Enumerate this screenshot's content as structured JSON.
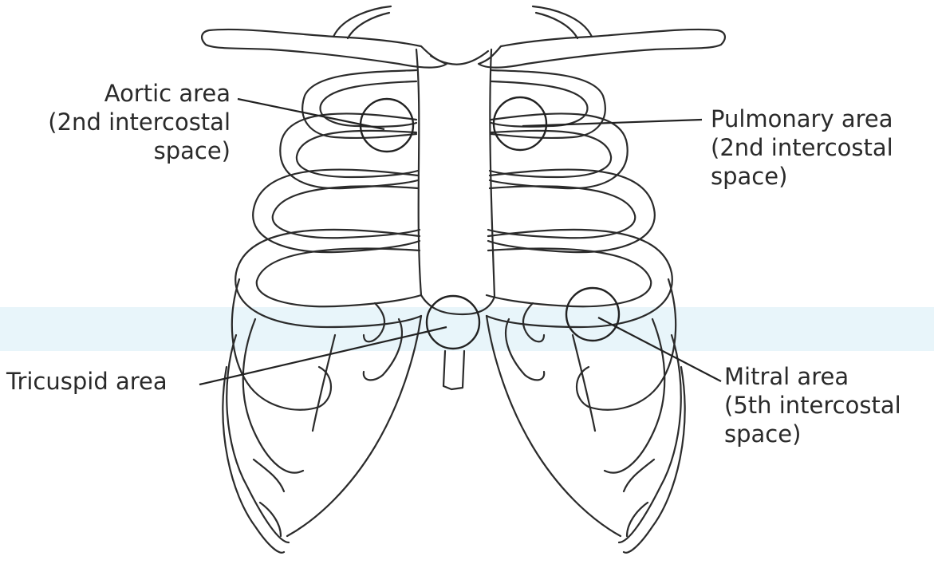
{
  "labels": {
    "aortic": [
      "Aortic area",
      "(2nd intercostal",
      "space)"
    ],
    "pulmonary": [
      "Pulmonary area",
      "(2nd intercostal",
      "space)"
    ],
    "tricuspid": [
      "Tricuspid area"
    ],
    "mitral": [
      "Mitral area",
      "(5th intercostal",
      "space)"
    ]
  },
  "colors": {
    "line": "#2b2b2b",
    "background": "#ffffff",
    "band": "#d6ecf5"
  }
}
